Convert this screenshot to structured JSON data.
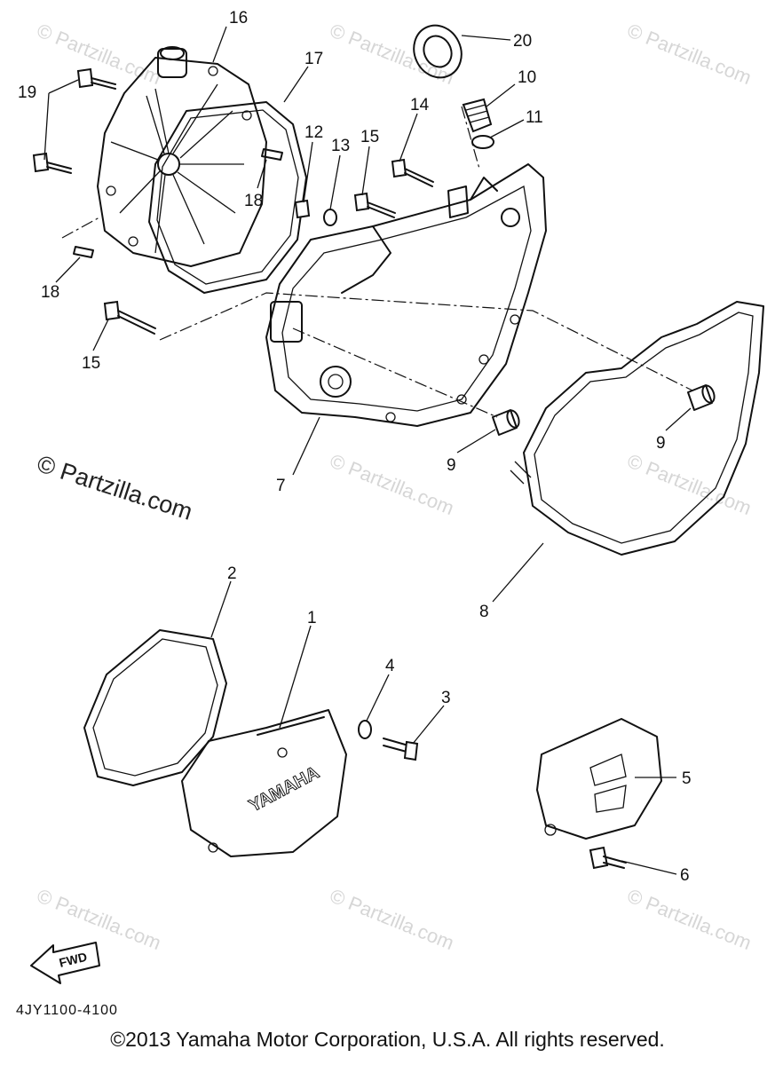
{
  "parts": [
    {
      "id": "p16",
      "label": "16"
    },
    {
      "id": "p17",
      "label": "17"
    },
    {
      "id": "p20",
      "label": "20"
    },
    {
      "id": "p10",
      "label": "10"
    },
    {
      "id": "p11",
      "label": "11"
    },
    {
      "id": "p19",
      "label": "19"
    },
    {
      "id": "p12",
      "label": "12"
    },
    {
      "id": "p13",
      "label": "13"
    },
    {
      "id": "p15a",
      "label": "15"
    },
    {
      "id": "p14",
      "label": "14"
    },
    {
      "id": "p18a",
      "label": "18"
    },
    {
      "id": "p18b",
      "label": "18"
    },
    {
      "id": "p15b",
      "label": "15"
    },
    {
      "id": "p9a",
      "label": "9"
    },
    {
      "id": "p9b",
      "label": "9"
    },
    {
      "id": "p7",
      "label": "7"
    },
    {
      "id": "p8",
      "label": "8"
    },
    {
      "id": "p2",
      "label": "2"
    },
    {
      "id": "p1",
      "label": "1"
    },
    {
      "id": "p4",
      "label": "4"
    },
    {
      "id": "p3",
      "label": "3"
    },
    {
      "id": "p5",
      "label": "5"
    },
    {
      "id": "p6",
      "label": "6"
    }
  ],
  "watermark": "© Partzilla.com",
  "cover_brand": "YAMAHA",
  "fwd_label": "FWD",
  "diagram_code": "4JY1100-4100",
  "copyright": "©2013 Yamaha Motor Corporation, U.S.A. All rights reserved."
}
